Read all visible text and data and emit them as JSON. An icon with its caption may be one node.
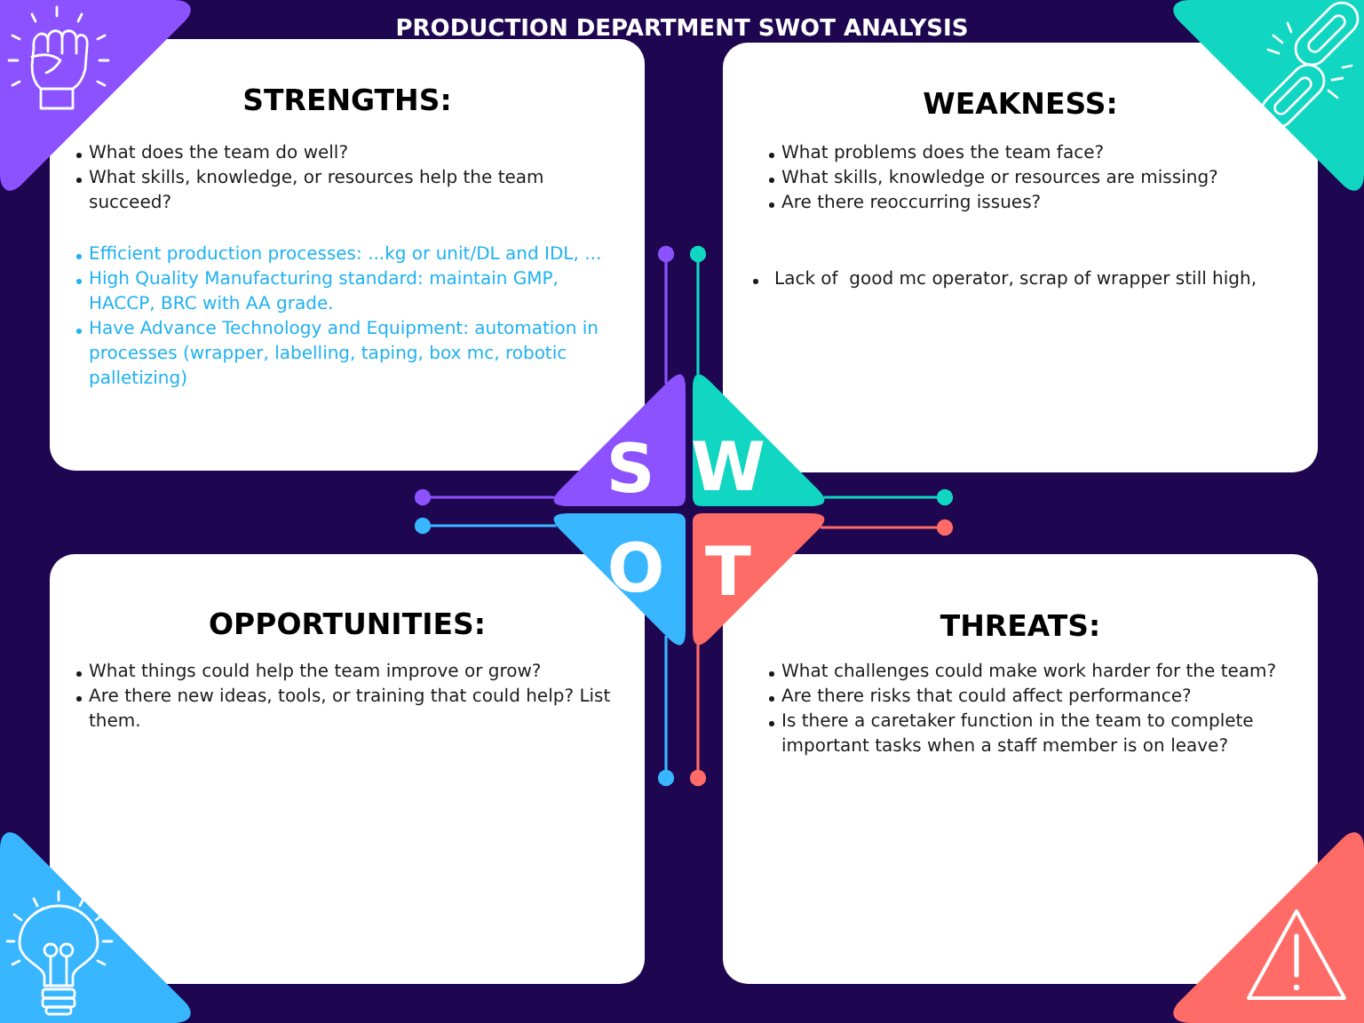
{
  "diagram": {
    "title": "PRODUCTION DEPARTMENT SWOT ANALYSIS",
    "nodes": [
      {
        "text": [
          "STRENGTHS:",
          "What does the team do well?",
          "What skills, knowledge, or resources help the team succeed?",
          "Efficient production processes: ...kg or unit/DL and IDL, ...",
          "High Quality Manufacturing standard: maintain GMP, HACCP, BRC with AA grade.",
          "Have Advance Technology and Equipment: automation in processes (wrapper, labelling, taping, box mc, robotic palletizing)"
        ]
      },
      {
        "text": [
          "WEAKNESS:",
          "What problems does the team face?",
          "What skills, knowledge or resources are missing?",
          "Are there reoccurring issues?",
          "Lack of  good mc operator, scrap of wrapper still high,"
        ]
      },
      {
        "text": [
          "S"
        ]
      },
      {
        "text": [
          "W"
        ]
      },
      {
        "text": [
          "O"
        ]
      },
      {
        "text": [
          "T"
        ]
      },
      {
        "text": [
          "OPPORTUNITIES:",
          "What things could help the team improve or grow?",
          "Are there new ideas, tools, or training that could help? List them."
        ]
      },
      {
        "text": [
          "THREATS:",
          "What challenges could make work harder for the team?",
          "Are there risks that could affect performance?",
          "Is there a caretaker function in the team to complete important tasks when a staff member is on leave?"
        ]
      }
    ],
    "edges": [
      {
        "from": 2,
        "to": 0,
        "arrow": "other",
        "color": "#8c52ff"
      },
      {
        "from": 3,
        "to": 1,
        "arrow": "other",
        "color": "#10d6c2"
      },
      {
        "from": 2,
        "to": 0,
        "arrow": "other",
        "color": "#8c52ff"
      },
      {
        "from": 4,
        "to": 6,
        "arrow": "other",
        "color": "#38b6ff"
      },
      {
        "from": 3,
        "to": 1,
        "arrow": "other",
        "color": "#10d6c2"
      },
      {
        "from": 5,
        "to": 7,
        "arrow": "other",
        "color": "#ff6b66"
      },
      {
        "from": 4,
        "to": 6,
        "arrow": "other",
        "color": "#38b6ff"
      },
      {
        "from": 5,
        "to": 7,
        "arrow": "other",
        "color": "#ff6b66"
      }
    ]
  }
}
